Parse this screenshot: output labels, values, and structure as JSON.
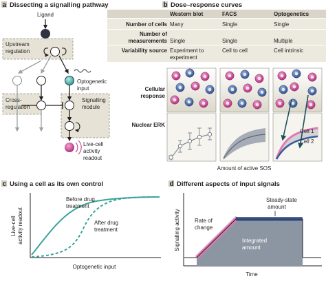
{
  "colors": {
    "header_band": "#d9d5c8",
    "row_band": "#ece9df",
    "dashed_box_fill": "#e6e3d6",
    "teal": "#3aa39a",
    "magenta": "#c2418d",
    "blue": "#3b5b9a",
    "grey_shade": "#8c96a3",
    "pink": "#e07ab3",
    "ligand_node": "#2f3440"
  },
  "panel_a": {
    "letter": "a",
    "title": "Dissecting a signalling pathway",
    "ligand": "Ligand",
    "upstream": [
      "Upstream",
      "regulation"
    ],
    "optogenetic": [
      "Optogenetic",
      "input"
    ],
    "cross": [
      "Cross-",
      "regulation"
    ],
    "signalling": [
      "Signalling",
      "module"
    ],
    "livecell": [
      "Live-cell",
      "activity",
      "readout"
    ]
  },
  "panel_b": {
    "letter": "b",
    "title": "Dose–response curves",
    "columns": [
      "Western blot",
      "FACS",
      "Optogenetics"
    ],
    "rows": [
      {
        "label": [
          "Number of cells"
        ],
        "values": [
          [
            "Many"
          ],
          [
            "Single"
          ],
          [
            "Single"
          ]
        ]
      },
      {
        "label": [
          "Number of",
          "measurements"
        ],
        "values": [
          [
            "Single"
          ],
          [
            "Single"
          ],
          [
            "Multiple"
          ]
        ]
      },
      {
        "label": [
          "Variability source"
        ],
        "values": [
          [
            "Experiment to",
            "experiment"
          ],
          [
            "Cell to cell"
          ],
          [
            "Cell intrinsic"
          ]
        ]
      }
    ],
    "cellular_response": [
      "Cellular",
      "response"
    ],
    "nuclear_erk": "Nuclear ERK",
    "cell1": "Cell 1",
    "cell2": "Cell 2",
    "x_label": "Amount of active SOS"
  },
  "panel_c": {
    "letter": "c",
    "title": "Using a cell as its own control",
    "before": [
      "Before drug",
      "treatment"
    ],
    "after": [
      "After drug",
      "treatment"
    ],
    "ylabel": [
      "Live-cell",
      "activity readout"
    ],
    "xlabel": "Optogenetic input"
  },
  "panel_d": {
    "letter": "d",
    "title": "Different aspects of input signals",
    "steady": [
      "Steady-state",
      "amount"
    ],
    "rate": [
      "Rate of",
      "change"
    ],
    "integrated": [
      "Integrated",
      "amount"
    ],
    "ylabel": "Signalling activity",
    "xlabel": "Time"
  }
}
